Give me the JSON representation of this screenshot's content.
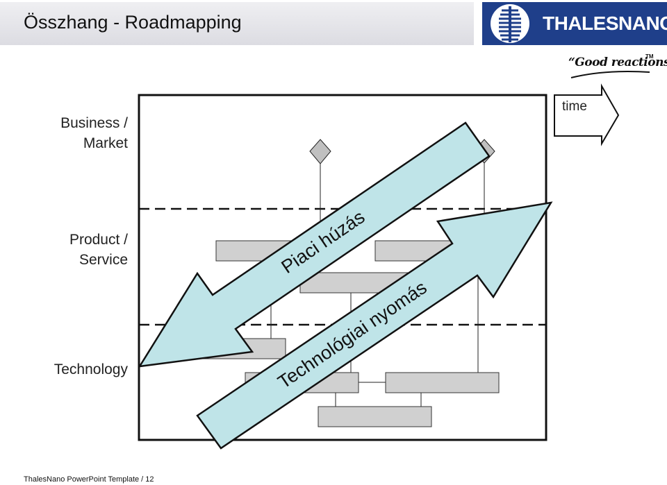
{
  "header": {
    "title": "Összhang - Roadmapping",
    "logo_brand": "THALESNANO",
    "logo_slogan": "“Good reactions”",
    "logo_tm": "TM"
  },
  "diagram": {
    "layers": {
      "business_line1": "Business /",
      "business_line2": "Market",
      "product_line1": "Product /",
      "product_line2": "Service",
      "technology": "Technology"
    },
    "time_label": "time",
    "market_pull_label": "Piaci húzás",
    "technology_push_label": "Technológiai nyomás"
  },
  "footer": {
    "text": "ThalesNano PowerPoint Template / 12"
  },
  "colors": {
    "arrow_fill": "#bfe4e8",
    "box_fill": "#d0d0d0",
    "diamond_fill": "#c0c0c0",
    "logo_bg": "#1f3f8a"
  }
}
